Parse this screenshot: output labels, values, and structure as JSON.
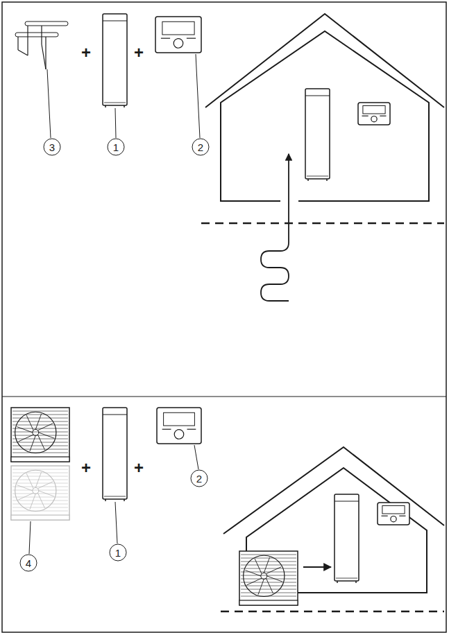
{
  "diagram": {
    "labels": [
      "+",
      "+",
      "3",
      "1",
      "2",
      "+",
      "+",
      "4",
      "1",
      "2"
    ]
  }
}
